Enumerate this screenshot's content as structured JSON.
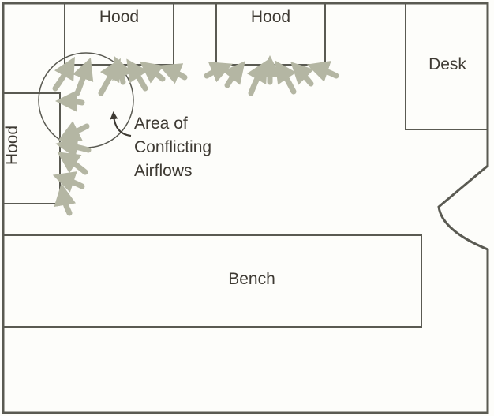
{
  "labels": {
    "hood_top_left": "Hood",
    "hood_top_right": "Hood",
    "hood_side": "Hood",
    "desk": "Desk",
    "bench": "Bench",
    "annotation_line1": "Area of",
    "annotation_line2": "Conflicting",
    "annotation_line3": "Airflows"
  },
  "colors": {
    "wall": "#5a5a52",
    "airflow_arrow": "#b4b6a3",
    "text": "#3e3a33",
    "background": "#fdfdfa"
  }
}
